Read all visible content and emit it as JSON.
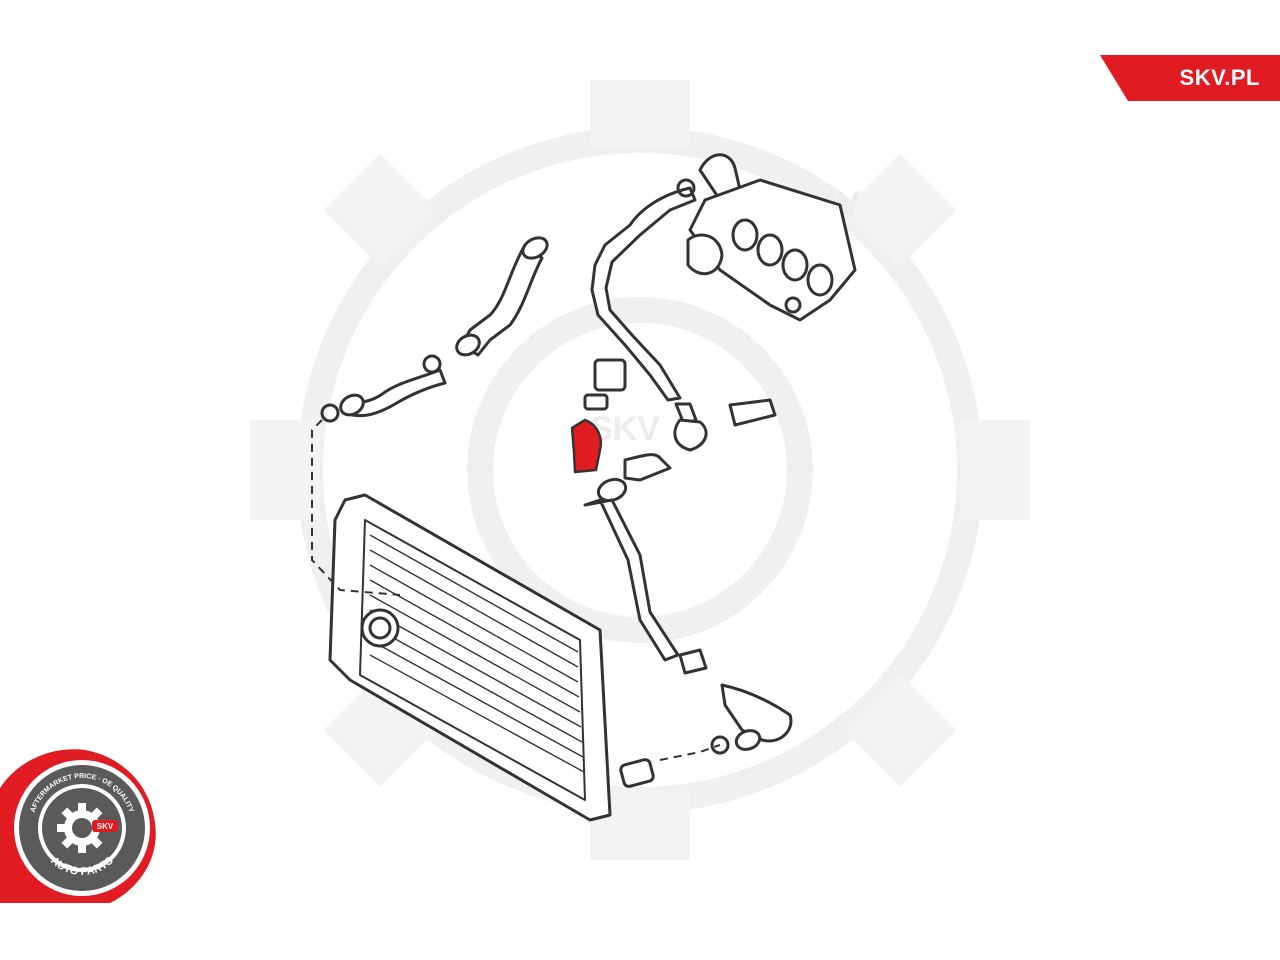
{
  "brand": {
    "label": "SKV.PL",
    "color": "#e11b22"
  },
  "watermark": {
    "text": "SKV"
  },
  "seal": {
    "top_text": "AFTERMARKET PRICE · OE QUALITY",
    "bottom_text": "AUTO PARTS",
    "center_text": "SKV",
    "colors": {
      "ring": "#e11b22",
      "inner": "#5a5a5a",
      "gear": "#ffffff"
    }
  },
  "colors": {
    "highlight_part": "#e11b22",
    "line": "#333333",
    "watermark": "#f2f2f2"
  },
  "icons": [
    "gear-watermark-icon",
    "skv-seal-icon"
  ]
}
